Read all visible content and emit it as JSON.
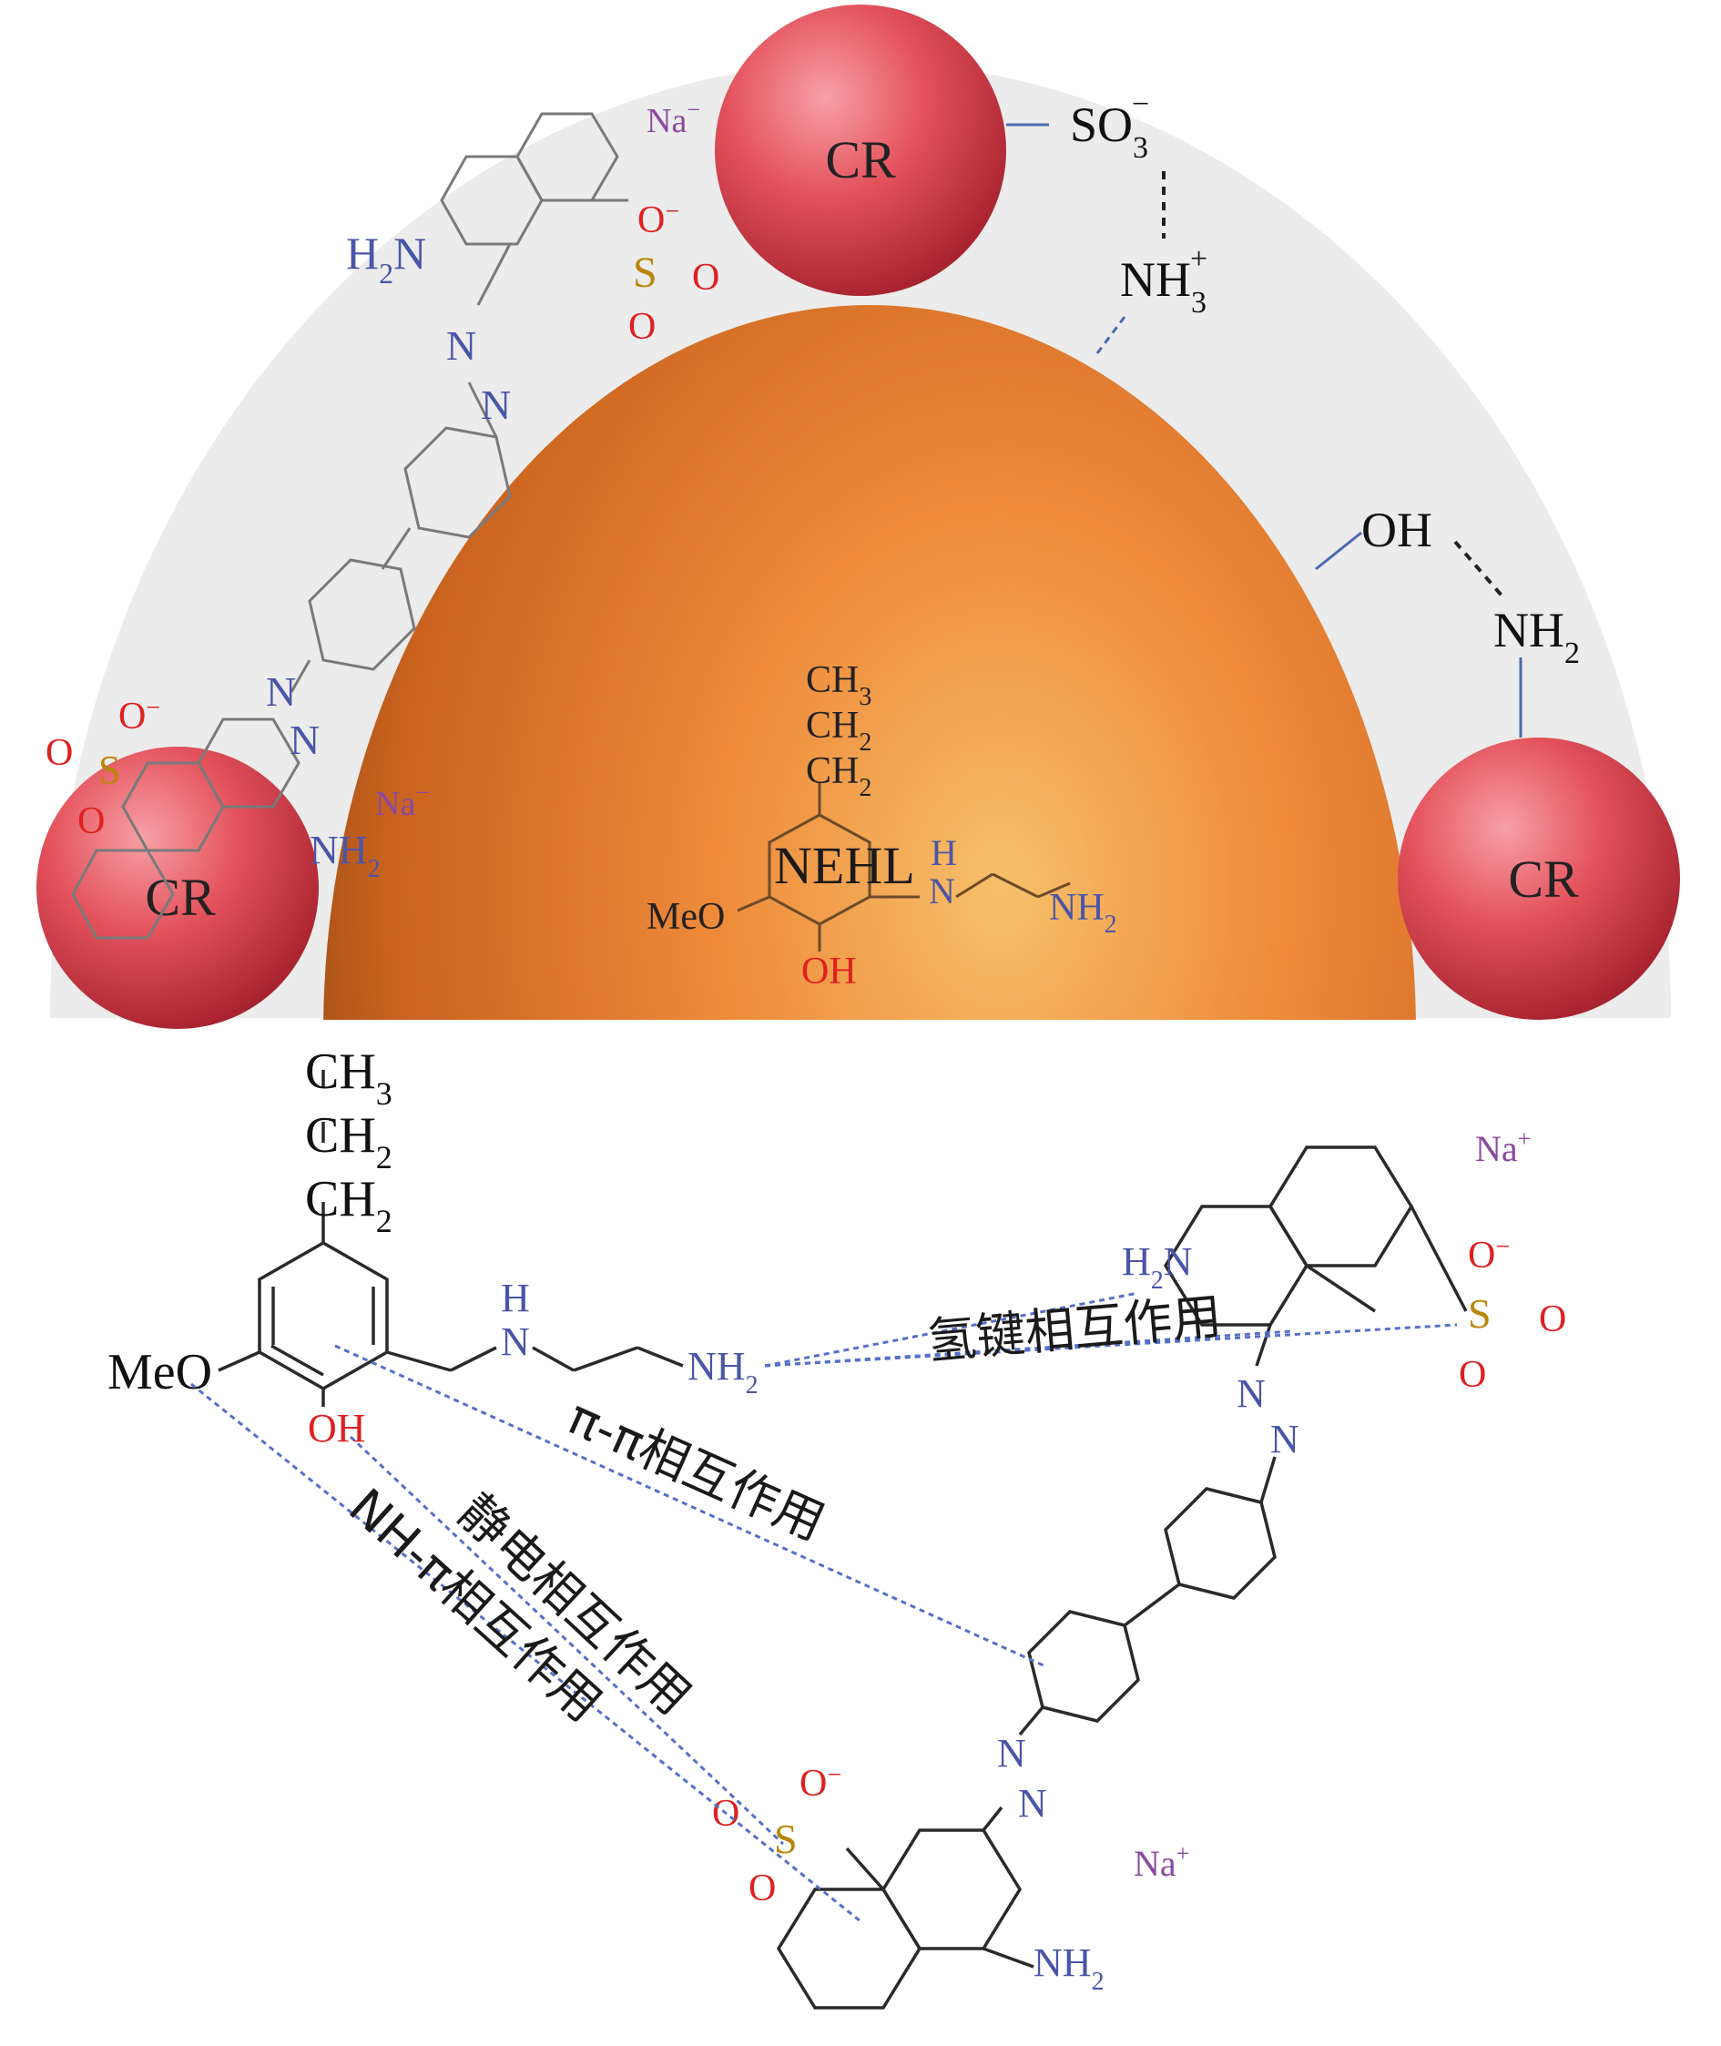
{
  "top_panel": {
    "core_label": "NEHL",
    "cr_label": "CR",
    "na_minus": "Na",
    "na_minus_sup": "−",
    "so3": "SO",
    "so3_sub": "3",
    "so3_sup": "−",
    "nh3": "NH",
    "nh3_sub": "3",
    "nh3_sup": "+",
    "oh": "OH",
    "nh2": "NH",
    "nh2_sub": "2",
    "h2n": "H",
    "h2n_sub": "2",
    "h2n_n": "N",
    "n": "N",
    "s": "S",
    "o": "O",
    "o_minus": "O",
    "o_minus_sup": "−",
    "ch3": "CH",
    "ch3_sub": "3",
    "ch2": "CH",
    "ch2_sub": "2",
    "h": "H",
    "meo": "MeO"
  },
  "bottom_panel": {
    "ch3": "CH",
    "ch3_sub": "3",
    "ch2": "CH",
    "ch2_sub": "2",
    "meo": "MeO",
    "oh": "OH",
    "h": "H",
    "n": "N",
    "nh2": "NH",
    "nh2_sub": "2",
    "h2n": "H",
    "h2n_sub": "2",
    "h2n_n": "N",
    "na_plus": "Na",
    "na_plus_sup": "+",
    "s": "S",
    "o": "O",
    "o_minus": "O",
    "o_minus_sup": "−",
    "interactions": {
      "hydrogen_bond": "氢键相互作用",
      "pi_pi": "π-π相互作用",
      "electrostatic": "静电相互作用",
      "nh_pi": "NH-π相互作用"
    }
  },
  "colors": {
    "core_orange": "#e07a2e",
    "cr_red": "#e0404a",
    "nitrogen_blue": "#4a55a8",
    "oxygen_red": "#e02020",
    "sulfur_gold": "#b8860b",
    "sodium_purple": "#8a4aa0",
    "dashed_blue": "#5570c8",
    "backdrop_grey": "#ebebeb"
  }
}
